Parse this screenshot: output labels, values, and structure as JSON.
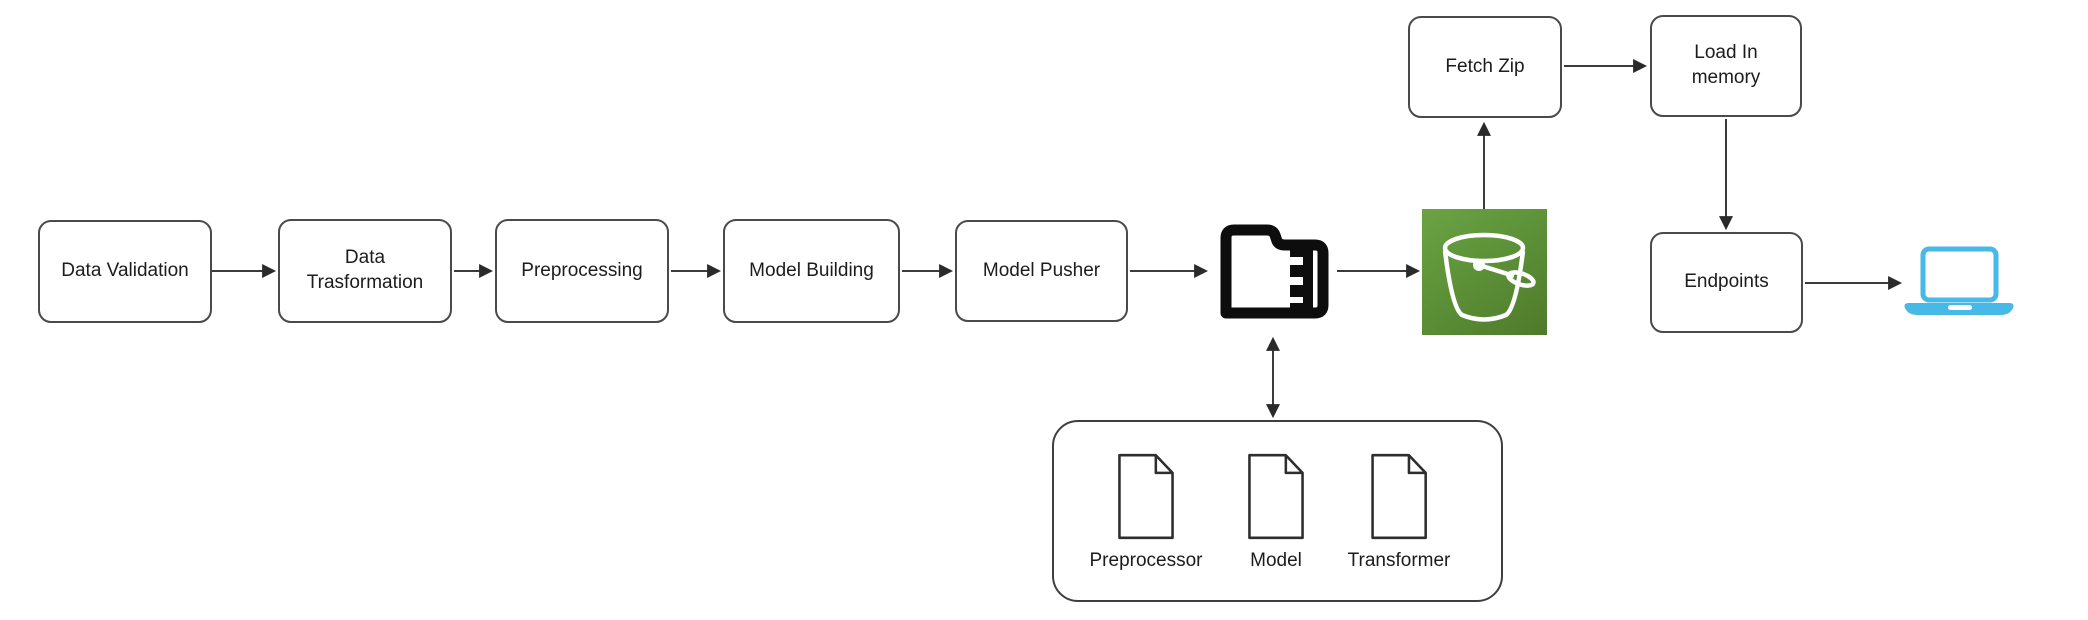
{
  "diagram": {
    "background": "#ffffff",
    "nodes": {
      "data_validation": {
        "label": "Data Validation"
      },
      "data_trasformation": {
        "label": "Data Trasformation"
      },
      "preprocessing": {
        "label": "Preprocessing"
      },
      "model_building": {
        "label": "Model Building"
      },
      "model_pusher": {
        "label": "Model Pusher"
      },
      "fetch_zip": {
        "label": "Fetch Zip"
      },
      "load_in_memory": {
        "label": "Load In memory"
      },
      "endpoints": {
        "label": "Endpoints"
      }
    },
    "icons": {
      "zip_folder": "zip-folder-icon",
      "s3_bucket": "s3-bucket-icon",
      "laptop": "laptop-icon",
      "document": "document-icon"
    },
    "artifacts": {
      "items": [
        {
          "label": "Preprocessor"
        },
        {
          "label": "Model"
        },
        {
          "label": "Transformer"
        }
      ]
    },
    "edges": [
      {
        "from": "data_validation",
        "to": "data_trasformation",
        "direction": "right"
      },
      {
        "from": "data_trasformation",
        "to": "preprocessing",
        "direction": "right"
      },
      {
        "from": "preprocessing",
        "to": "model_building",
        "direction": "right"
      },
      {
        "from": "model_building",
        "to": "model_pusher",
        "direction": "right"
      },
      {
        "from": "model_pusher",
        "to": "zip_folder",
        "direction": "right"
      },
      {
        "from": "zip_folder",
        "to": "s3_bucket",
        "direction": "right"
      },
      {
        "from": "s3_bucket",
        "to": "fetch_zip",
        "direction": "up"
      },
      {
        "from": "fetch_zip",
        "to": "load_in_memory",
        "direction": "right"
      },
      {
        "from": "load_in_memory",
        "to": "endpoints",
        "direction": "down"
      },
      {
        "from": "endpoints",
        "to": "laptop",
        "direction": "right"
      },
      {
        "from": "zip_folder",
        "to": "artifacts_container",
        "direction": "both"
      }
    ],
    "colors": {
      "node_border": "#4a4a4a",
      "arrow": "#3b3b3b",
      "icon_black": "#0d0d0d",
      "bucket_green_light": "#6ba344",
      "bucket_green_dark": "#4e7a2b",
      "bucket_stroke": "#ffffff",
      "laptop_blue": "#47b9e6"
    }
  }
}
